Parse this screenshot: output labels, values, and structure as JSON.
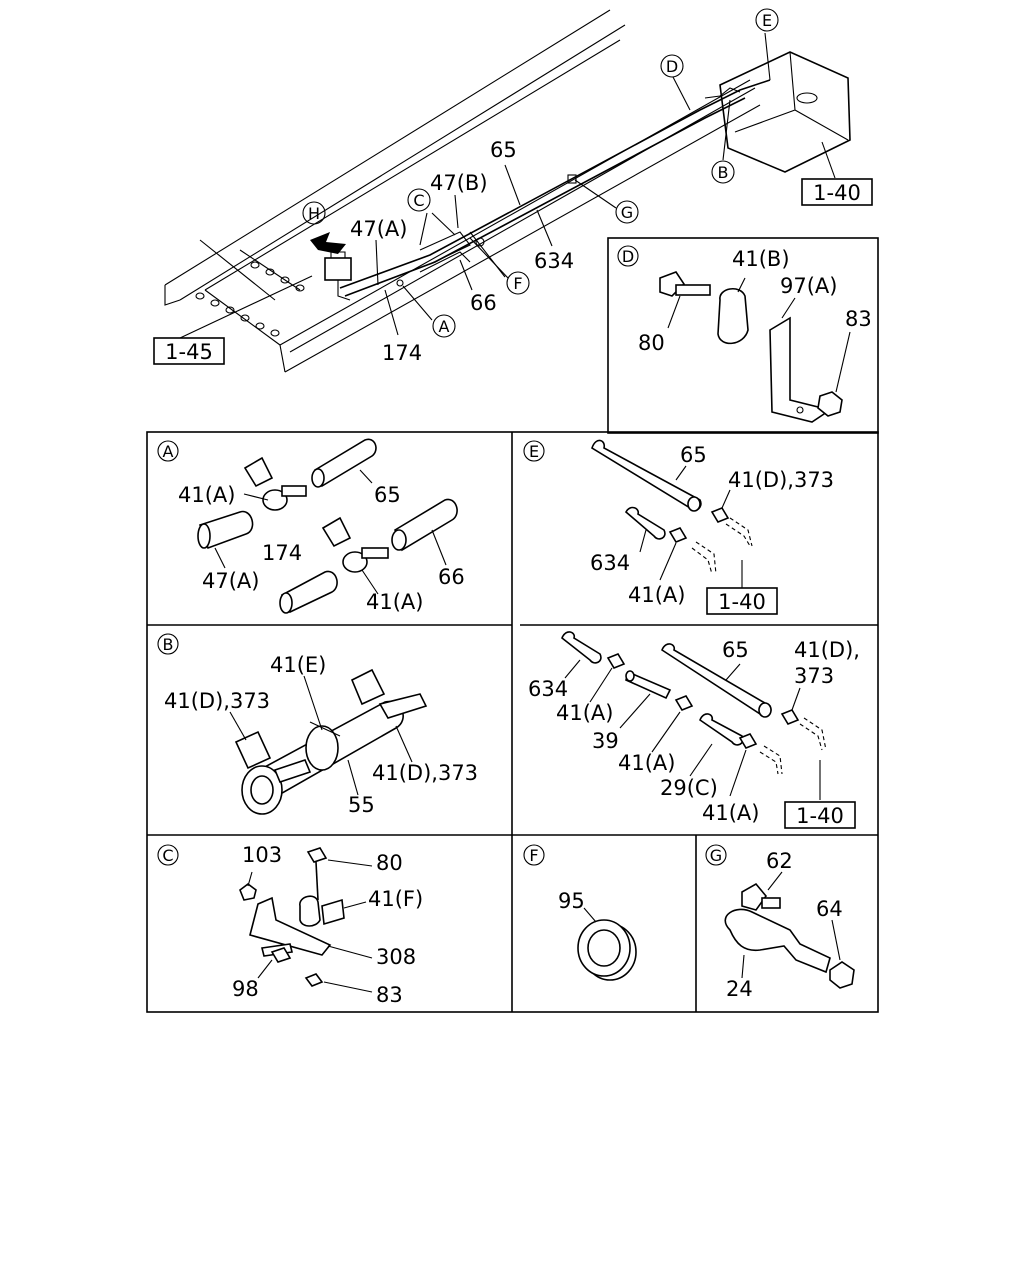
{
  "main": {
    "refs": {
      "r140": "1-40",
      "r145": "1-45"
    },
    "circles": {
      "d": "D",
      "e": "E",
      "b": "B",
      "c": "C",
      "h": "H",
      "a": "A",
      "f": "F",
      "g": "G"
    },
    "labels": {
      "p65": "65",
      "p47b": "47(B)",
      "p47a": "47(A)",
      "p634": "634",
      "p66": "66",
      "p174": "174"
    }
  },
  "panel_d": {
    "circle": "D",
    "l41b": "41(B)",
    "l97a": "97(A)",
    "l83": "83",
    "l80": "80"
  },
  "panel_a": {
    "circle": "A",
    "l41a_top": "41(A)",
    "l65": "65",
    "l174": "174",
    "l47a": "47(A)",
    "l66": "66",
    "l41a_bot": "41(A)"
  },
  "panel_e": {
    "circle": "E",
    "l65": "65",
    "l41d": "41(D),373",
    "l634": "634",
    "l41a": "41(A)",
    "ref": "1-40"
  },
  "panel_e2": {
    "l634": "634",
    "l65": "65",
    "l41d_1": "41(D),",
    "l41d_2": "373",
    "l41a_1": "41(A)",
    "l39": "39",
    "l41a_2": "41(A)",
    "l29c": "29(C)",
    "l41a_3": "41(A)",
    "ref": "1-40"
  },
  "panel_b": {
    "circle": "B",
    "l41e": "41(E)",
    "l41d_left": "41(D),373",
    "l41d_right": "41(D),373",
    "l55": "55"
  },
  "panel_c": {
    "circle": "C",
    "l103": "103",
    "l80": "80",
    "l41f": "41(F)",
    "l308": "308",
    "l98": "98",
    "l83": "83"
  },
  "panel_f": {
    "circle": "F",
    "l95": "95"
  },
  "panel_g": {
    "circle": "G",
    "l62": "62",
    "l64": "64",
    "l24": "24"
  }
}
